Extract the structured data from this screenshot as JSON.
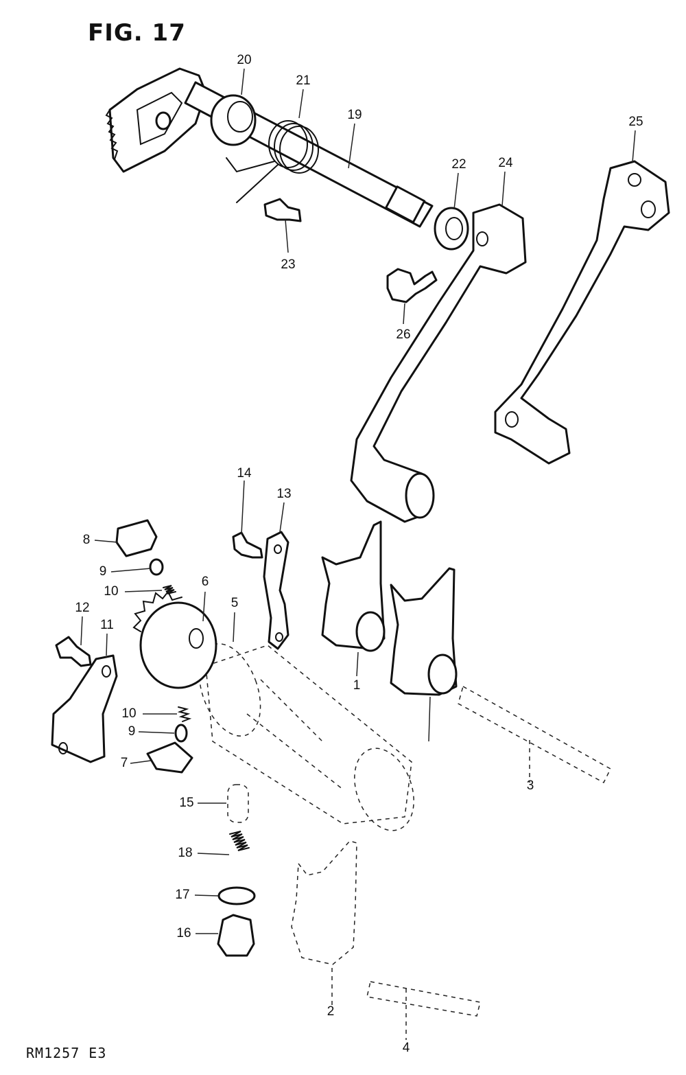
{
  "figure": {
    "title": "FIG. 17",
    "code": "RM1257 E3"
  },
  "callouts": {
    "c1": "1",
    "c2": "2",
    "c3": "3",
    "c4": "4",
    "c5": "5",
    "c6": "6",
    "c7": "7",
    "c8": "8",
    "c9a": "9",
    "c9b": "9",
    "c10a": "10",
    "c10b": "10",
    "c11": "11",
    "c12": "12",
    "c13": "13",
    "c14": "14",
    "c15": "15",
    "c16": "16",
    "c17": "17",
    "c18": "18",
    "c19": "19",
    "c20": "20",
    "c21": "21",
    "c22": "22",
    "c23": "23",
    "c24": "24",
    "c25": "25",
    "c26": "26"
  }
}
